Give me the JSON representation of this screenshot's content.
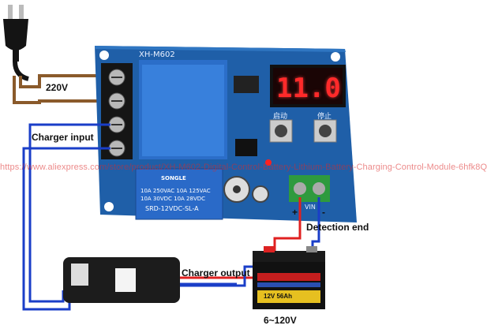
{
  "labels": {
    "mains": "220V",
    "charger_input": "Charger input",
    "charger_output": "Charger output",
    "detection_end": "Detection end",
    "battery_range": "6~120V",
    "plus": "+",
    "minus": "-"
  },
  "board": {
    "model": "XH-M602",
    "display_value": "11.0",
    "start_label": "启动",
    "stop_label": "停止",
    "vin_label": "VIN",
    "relay_brand": "SONGLE",
    "relay_line1": "10A 250VAC  10A 125VAC",
    "relay_line2": "10A 30VDC   10A 28VDC",
    "relay_model": "SRD-12VDC-SL-A"
  },
  "battery": {
    "spec": "12V 56Ah"
  },
  "watermark": "https://www.aliexpress.com/store/product/XH-M602-Digital-Control-Battery-Lithium-Battery-Charging-Control-Module-6hfk8Q",
  "colors": {
    "board": "#1f5fa8",
    "wire_red": "#e02020",
    "wire_blue": "#1a3ec8",
    "wire_brown": "#8a5a2b",
    "display_red": "#ff2a2a"
  }
}
